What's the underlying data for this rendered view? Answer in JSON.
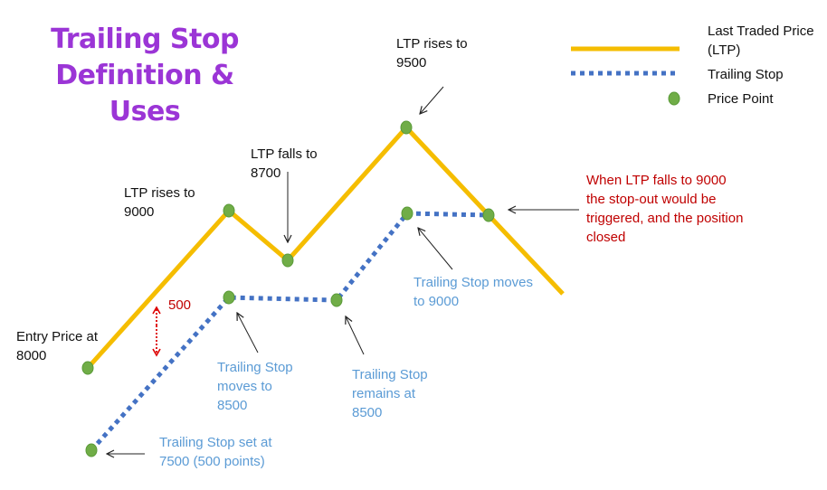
{
  "title": {
    "line1": "Trailing Stop",
    "line2": "Definition & Uses"
  },
  "legend": {
    "ltp": "Last Traded Price\n(LTP)",
    "trailing_stop": "Trailing Stop",
    "price_point": "Price Point"
  },
  "labels": {
    "entry": "Entry Price at\n8000",
    "ltp_9000": "LTP rises to\n9000",
    "ltp_8700": "LTP falls to\n8700",
    "ltp_9500": "LTP rises to\n9500",
    "gap": "500",
    "ts_7500": "Trailing Stop set at\n7500          (500 points)",
    "ts_8500_move": "Trailing Stop\nmoves to\n8500",
    "ts_8500_remain": "Trailing Stop\nremains at\n8500",
    "ts_9000": "Trailing Stop moves\nto 9000",
    "stopout": "When LTP falls to 9000\nthe stop-out would be\ntriggered, and the position\nclosed"
  },
  "colors": {
    "ltp": "#f5bd00",
    "trailing_stop": "#4472c4",
    "point": "#70ad47",
    "title": "#9b35d6",
    "note": "#c00000",
    "annotation": "#5b9bd5"
  }
}
